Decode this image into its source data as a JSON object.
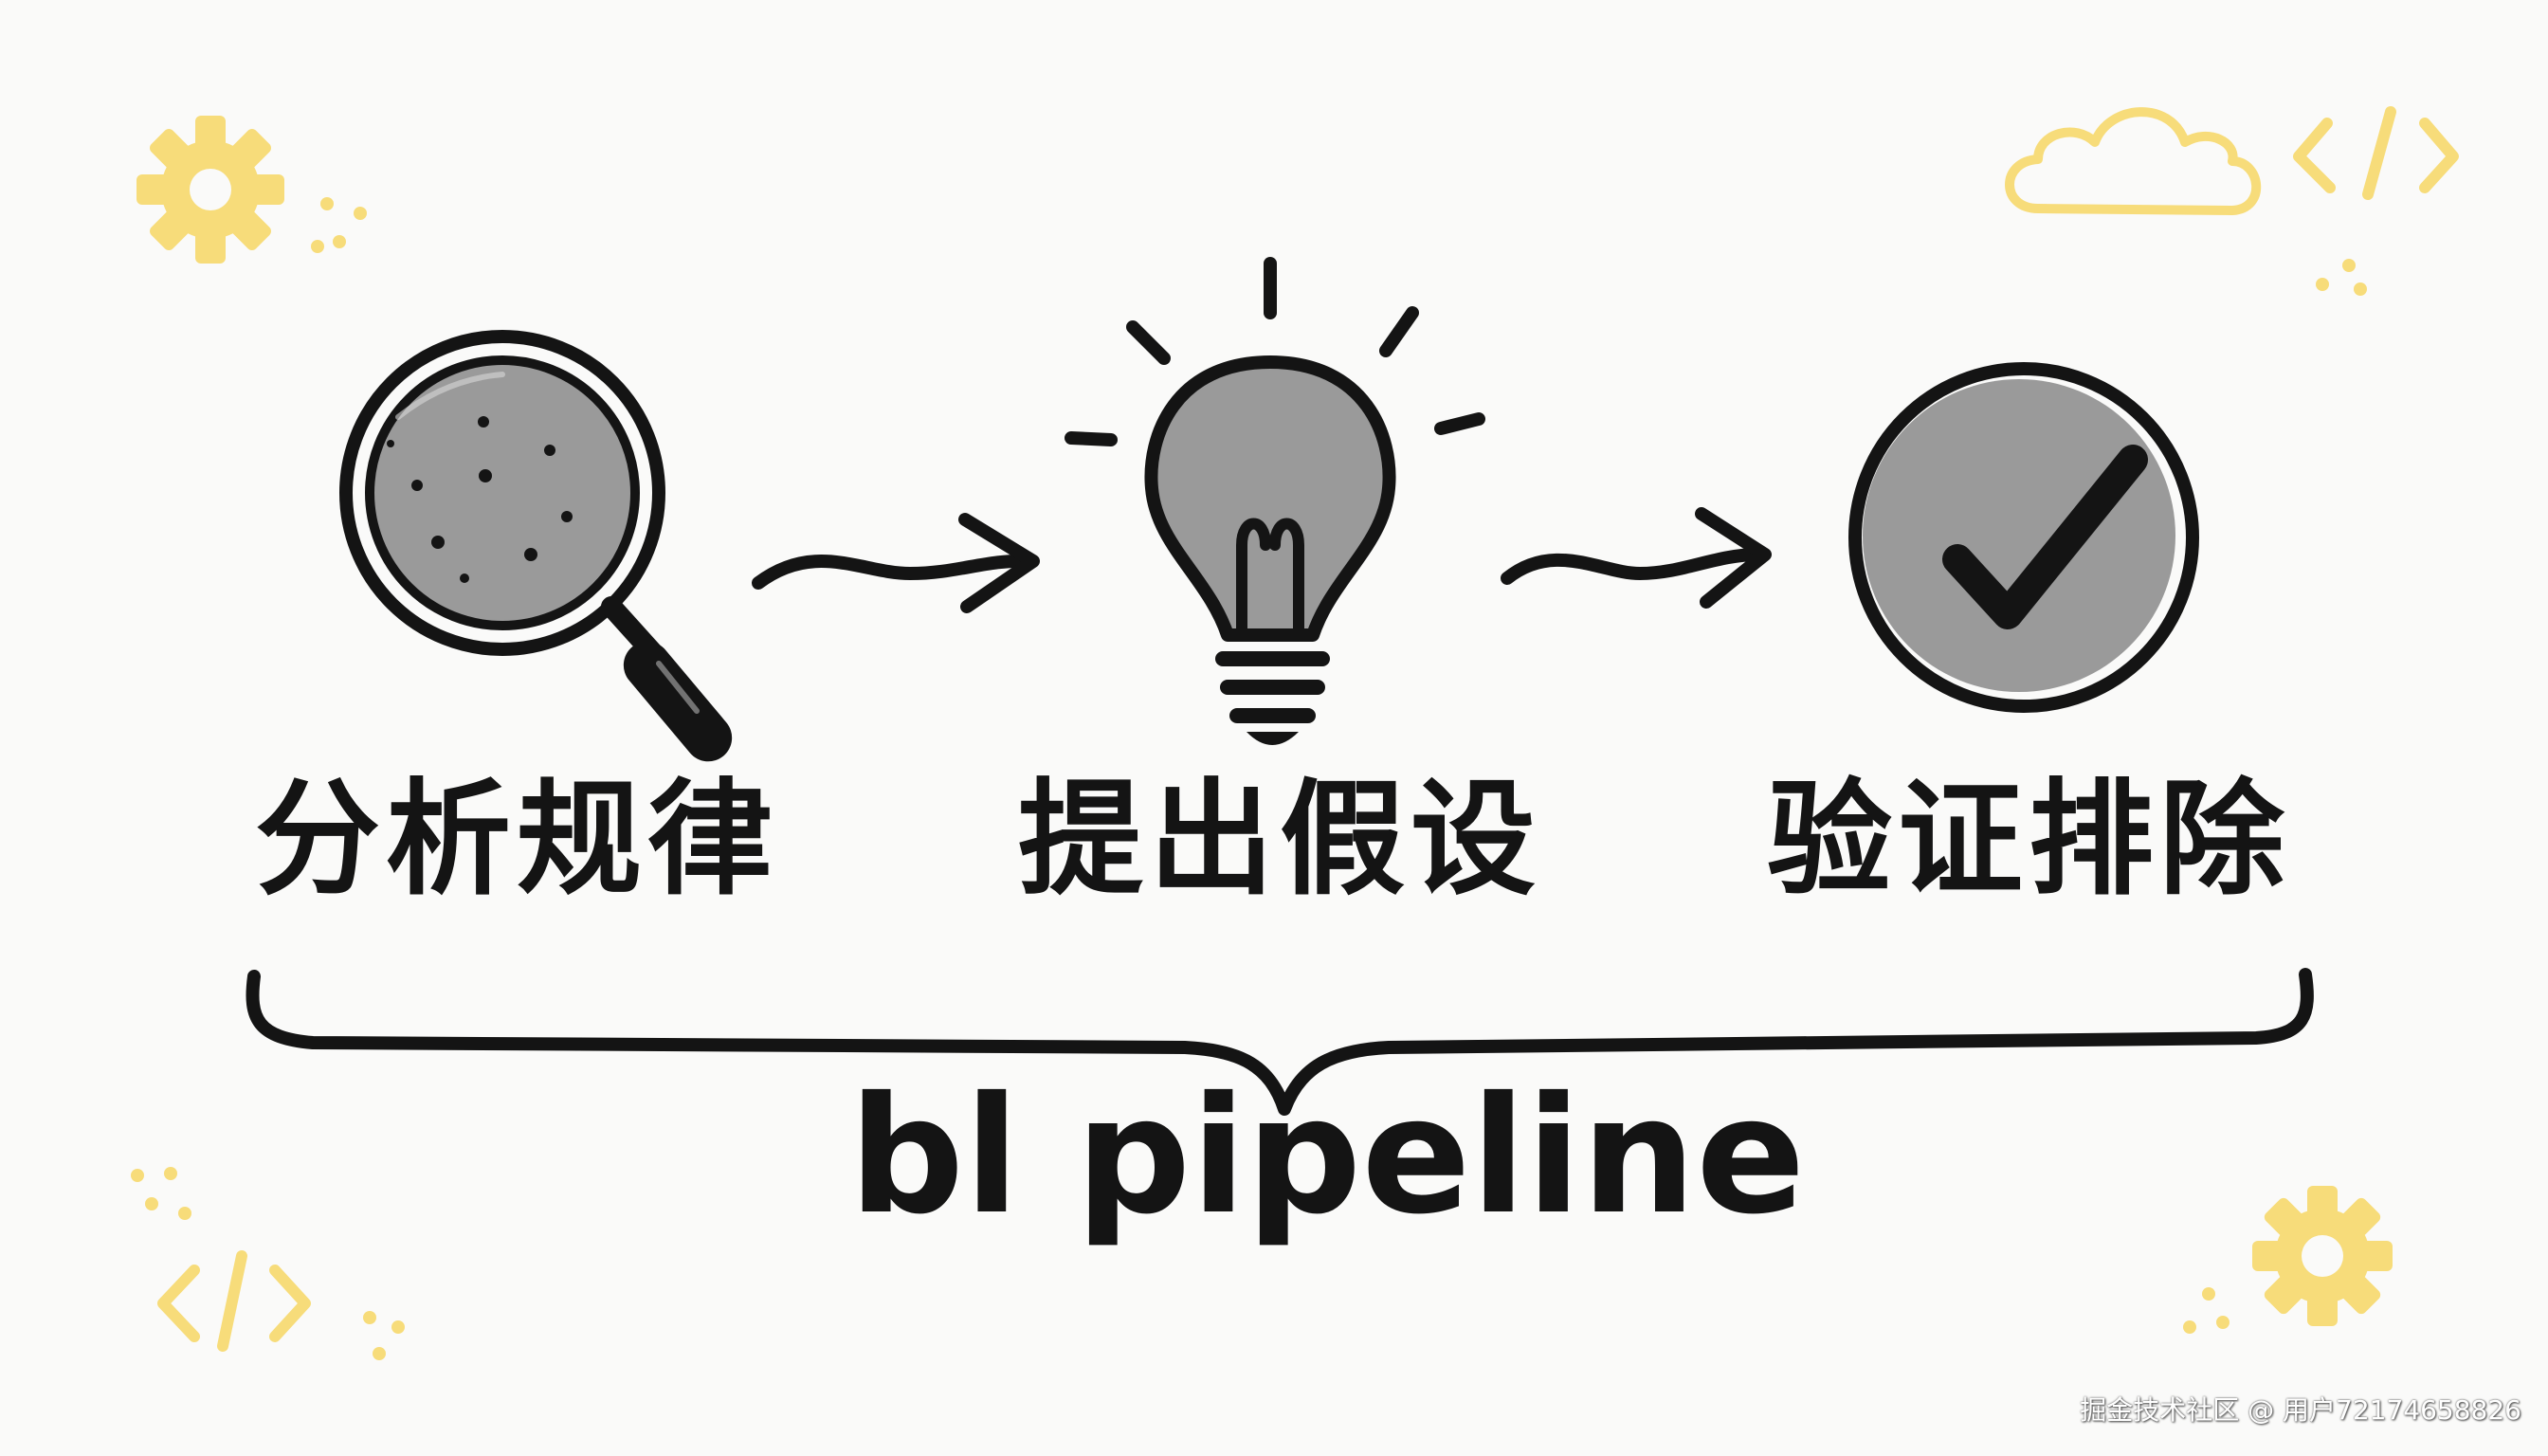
{
  "steps": [
    {
      "label": "分析规律",
      "icon": "magnifier-icon"
    },
    {
      "label": "提出假设",
      "icon": "lightbulb-icon"
    },
    {
      "label": "验证排除",
      "icon": "check-circle-icon"
    }
  ],
  "pipeline_title": "bl pipeline",
  "watermark": "掘金技术社区 @ 用户72174658826",
  "colors": {
    "ink": "#141414",
    "fill_gray": "#9a9a9a",
    "accent_yellow": "#f7dc7a",
    "background": "#fafaf9"
  },
  "decorations": [
    "gear-icon",
    "cloud-icon",
    "code-tag-icon",
    "dots-icon"
  ]
}
